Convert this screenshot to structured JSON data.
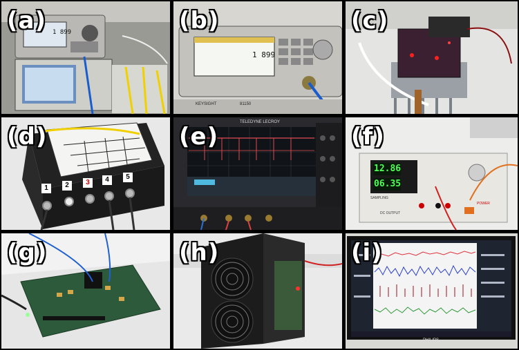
{
  "panels": [
    {
      "id": "a",
      "label": "(a)",
      "screen_value": "1 899"
    },
    {
      "id": "b",
      "label": "(b)",
      "brand": "KEYSIGHT",
      "model": "81150",
      "screen_value": "1 899"
    },
    {
      "id": "c",
      "label": "(c)"
    },
    {
      "id": "d",
      "label": "(d)",
      "ports": [
        "1",
        "2",
        "3",
        "4",
        "5"
      ]
    },
    {
      "id": "e",
      "label": "(e)",
      "brand": "TELEDYNE LECROY"
    },
    {
      "id": "f",
      "label": "(f)",
      "voltage": "12.86",
      "current": "06.35",
      "sampling": "SAMPLING",
      "dc_output": "DC OUTPUT",
      "power": "POWER"
    },
    {
      "id": "g",
      "label": "(g)"
    },
    {
      "id": "h",
      "label": "(h)"
    },
    {
      "id": "i",
      "label": "(i)",
      "monitor_brand": "PHILIPS"
    }
  ],
  "colors": {
    "border": "#000000",
    "label_text": "#ffffff",
    "trace_red": "#e0303a",
    "trace_blue": "#2a3fd1",
    "trace_dark_red": "#9a1020",
    "trace_green": "#2f9a3a",
    "psu_digits": "#4dff55"
  }
}
